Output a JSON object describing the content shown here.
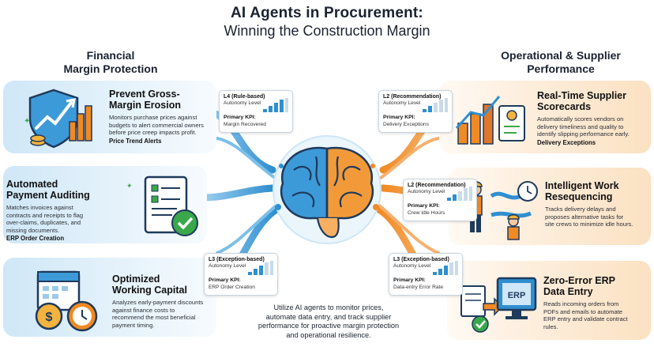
{
  "header": {
    "title_line1": "AI Agents in Procurement:",
    "title_line2": "Winning the Construction Margin"
  },
  "sections": {
    "left_heading_line1": "Financial",
    "left_heading_line2": "Margin Protection",
    "right_heading_line1": "Operational & Supplier",
    "right_heading_line2": "Performance"
  },
  "cards_left": [
    {
      "title_l1": "Prevent Gross-",
      "title_l2": "Margin Erosion",
      "desc_l1": "Monitors purchase prices against",
      "desc_l2": "budgets to alert commercial owners",
      "desc_l3": "before price creep impacts profit.",
      "bold": "Price Trend Alerts",
      "icon": "shield-chart-icon"
    },
    {
      "title_l1": "Automated",
      "title_l2": "Payment Auditing",
      "desc_l1": "Matches invoices against",
      "desc_l2": "contracts and receipts to flag",
      "desc_l3": "over-claims, duplicates, and",
      "desc_l4": "missing documents.",
      "bold": "ERP Order Creation",
      "icon": "document-check-icon"
    },
    {
      "title_l1": "Optimized",
      "title_l2": "Working Capital",
      "desc_l1": "Analyzes early-payment discounts",
      "desc_l2": "against finance costs to",
      "desc_l3": "recommend the most beneficial",
      "desc_l4": "payment timing.",
      "icon": "calendar-money-icon"
    }
  ],
  "cards_right": [
    {
      "title_l1": "Real-Time Supplier",
      "title_l2": "Scorecards",
      "desc_l1": "Automatically scores vendors on",
      "desc_l2": "delivery timeliness and quality to",
      "desc_l3": "identify slipping performance early.",
      "bold": "Delivery Exceptions",
      "icon": "bar-chart-icon"
    },
    {
      "title_l1": "Intelligent Work",
      "title_l2": "Resequencing",
      "desc_l1": "Tracks delivery delays and",
      "desc_l2": "proposes alternative tasks for",
      "desc_l3": "site crews to minimize idle hours.",
      "icon": "workers-icon"
    },
    {
      "title_l1": "Zero-Error ERP",
      "title_l2": "Data Entry",
      "desc_l1": "Reads incoming orders from",
      "desc_l2": "PDFs and emails to automate",
      "desc_l3": "ERP entry and validate contract",
      "desc_l4": "rules.",
      "icon": "erp-monitor-icon",
      "erp_label": "ERP"
    }
  ],
  "kpis": [
    {
      "level": "L4 (Rule-based)",
      "autonomy": "Autonomy Level",
      "kpi_label": "Primary KPI:",
      "kpi_value": "Margin Recovered"
    },
    {
      "level": "L2 (Recommendation)",
      "autonomy": "Autonomy Level",
      "kpi_label": "Primary KPI:",
      "kpi_value": "Delivery Exceptions"
    },
    {
      "level": "L2 (Recommendation)",
      "autonomy": "Autonomy Level",
      "kpi_label": "Primary KPI:",
      "kpi_value": "Crew Idle Hours"
    },
    {
      "level": "L3 (Exception-based)",
      "autonomy": "Autonomy Level",
      "kpi_label": "Primary KPI:",
      "kpi_value": "ERP Order Creation"
    },
    {
      "level": "L3 (Exception-based)",
      "autonomy": "Autonomy Level",
      "kpi_label": "Primary KPI:",
      "kpi_value": "Data-entry Error Rate"
    }
  ],
  "footer": {
    "line1": "Utilize AI agents to monitor prices,",
    "line2": "automate data entry, and track supplier",
    "line3": "performance for proactive margin protection",
    "line4": "and operational resilience."
  },
  "colors": {
    "blue": "#2f8fd0",
    "orange": "#f08a24",
    "green": "#3aa84a",
    "navy": "#1f3a5c"
  },
  "center_icon": "brain-icon"
}
